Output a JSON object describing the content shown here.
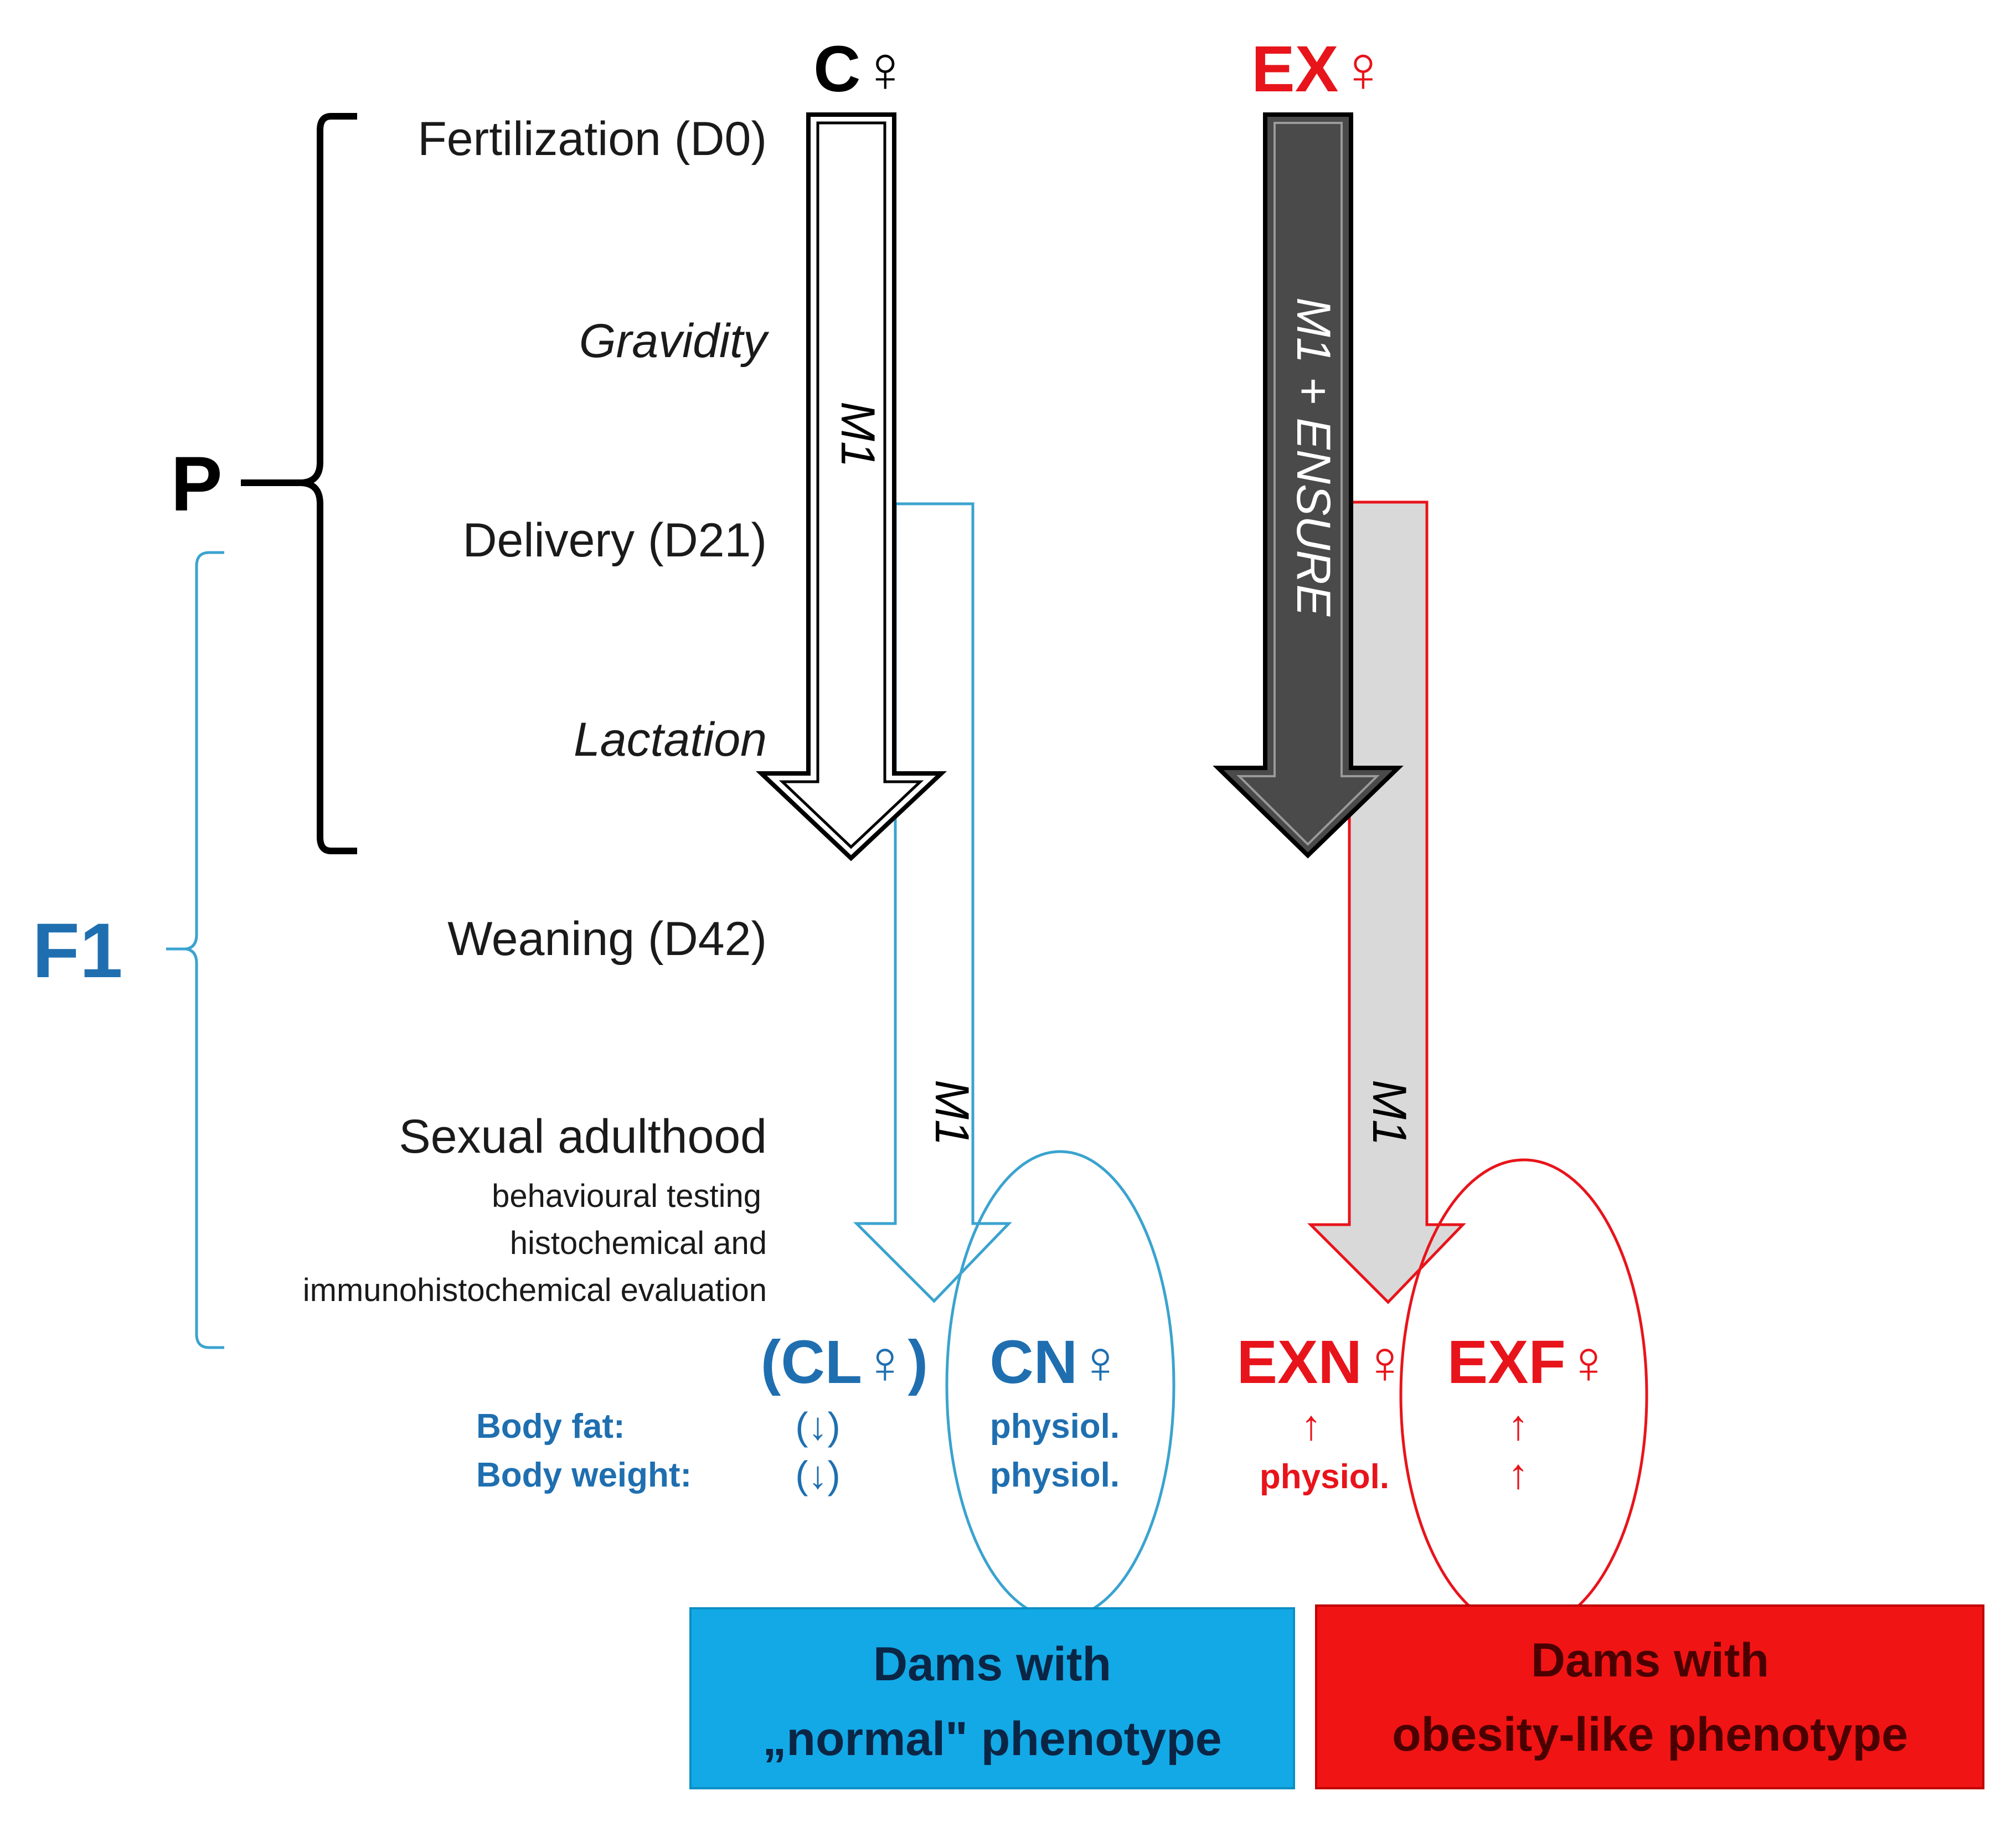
{
  "groups": {
    "control": {
      "label": "C♀",
      "color": "#000000"
    },
    "exposed": {
      "label": "EX♀",
      "color": "#e8141b"
    }
  },
  "generations": {
    "parent": {
      "label": "P",
      "color": "#000000"
    },
    "f1": {
      "label": "F1",
      "color": "#1f6fb0"
    }
  },
  "timeline": {
    "fertilization": "Fertilization (D0)",
    "gravidity": "Gravidity",
    "delivery": "Delivery (D21)",
    "lactation": "Lactation",
    "weaning": "Weaning (D42)",
    "adulthood": "Sexual adulthood",
    "detail_1": "behavioural testing",
    "detail_2": "histochemical and",
    "detail_3": "immunohistochemical evaluation"
  },
  "arrows": {
    "control_diet": "M1",
    "exposed_diet": "M1 + ENSURE",
    "offspring_control_diet": "M1",
    "offspring_exposed_diet": "M1"
  },
  "offspring": {
    "cl": {
      "label": "(CL♀)",
      "body_fat": "(↓)",
      "body_weight": "(↓)"
    },
    "cn": {
      "label": "CN♀",
      "body_fat": "physiol.",
      "body_weight": "physiol."
    },
    "exn": {
      "label": "EXN♀",
      "body_fat": "↑",
      "body_weight": "physiol."
    },
    "exf": {
      "label": "EXF♀",
      "body_fat": "↑",
      "body_weight": "↑"
    }
  },
  "measures": {
    "body_fat": "Body fat:",
    "body_weight": "Body weight:"
  },
  "phenotypes": {
    "normal": {
      "line1": "Dams with",
      "line2": "„normal\" phenotype",
      "color": "#13a9e6"
    },
    "obese": {
      "line1": "Dams with",
      "line2": "obesity-like phenotype",
      "color": "#f11414"
    }
  },
  "colors": {
    "blue_text": "#1f6fb0",
    "blue_line": "#3aa3cf",
    "red": "#e8141b",
    "dark_arrow": "#4a4a4a",
    "grey_arrow": "#d9d9d9"
  }
}
